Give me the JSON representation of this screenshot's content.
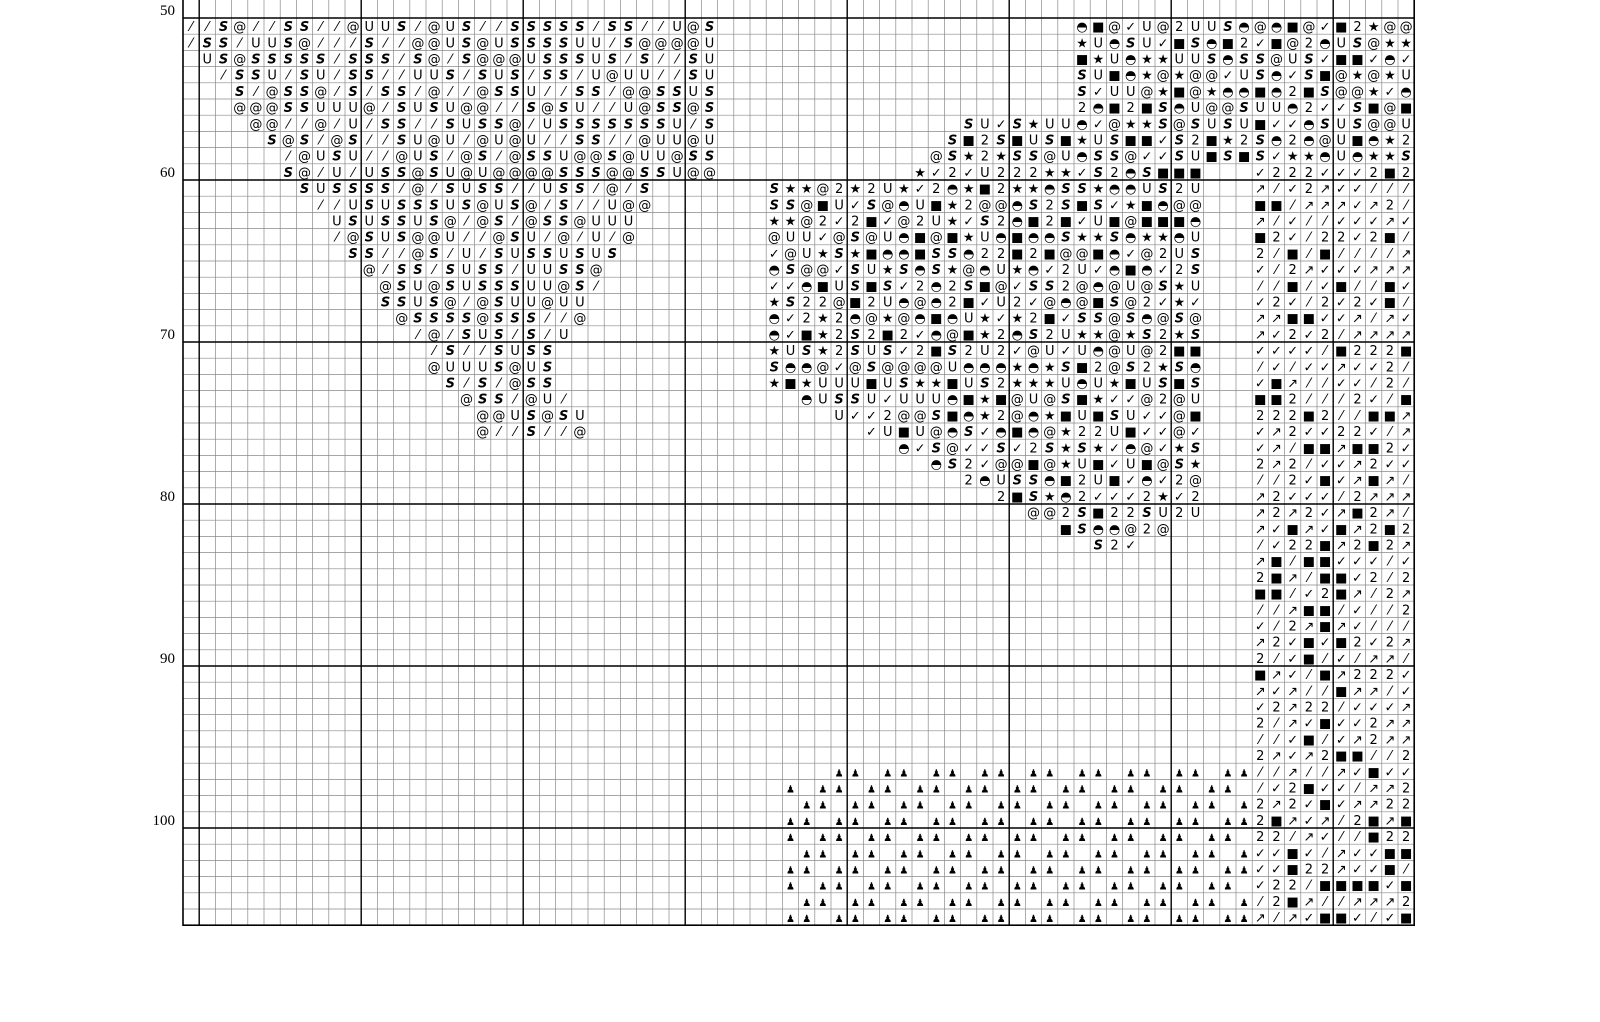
{
  "pattern": {
    "row_labels": [
      {
        "text": "50",
        "row": 50
      },
      {
        "text": "60",
        "row": 60
      },
      {
        "text": "70",
        "row": 70
      },
      {
        "text": "80",
        "row": 80
      },
      {
        "text": "90",
        "row": 90
      },
      {
        "text": "100",
        "row": 100
      }
    ],
    "first_visible_row": 50,
    "last_visible_row": 105,
    "grid_columns": 76,
    "major_every": 10,
    "symbols": {
      "s_glyph": "S",
      "at_glyph": "@",
      "u_glyph": "U",
      "check_glyph": "✓",
      "star_glyph": "★",
      "block_glyph": "■",
      "two_glyph": "2",
      "half_circle_glyph": "◓",
      "arrow_glyph": "↗",
      "pawn_glyph": "♟",
      "slash_glyph": "⁄"
    },
    "ink_color": "#000000",
    "grid_color": "#8a8a8a",
    "major_grid_color": "#000000"
  }
}
